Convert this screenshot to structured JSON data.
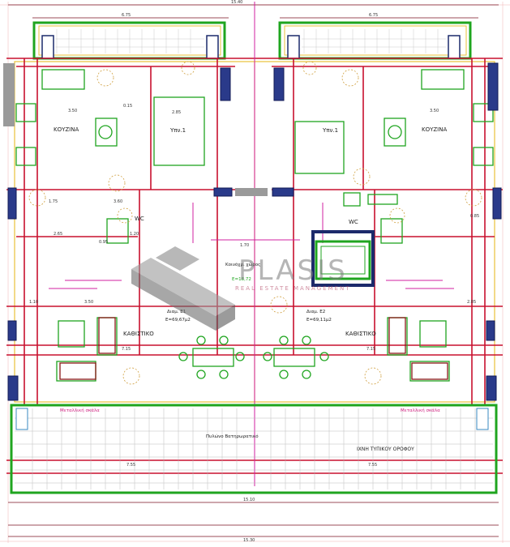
{
  "plan": {
    "overall_width_top": "15.40",
    "overall_width_bottom": "15.30",
    "unit_width_left": "6.75",
    "unit_width_right": "6.75",
    "kitchen_left": "ΚΟΥΖΙΝΑ",
    "kitchen_right": "ΚΟΥΖΙΝΑ",
    "bedroom_left": "Υπν.1",
    "bedroom_right": "Υπν.1",
    "living_left": "ΚΑΘΙΣΤΙΚΟ",
    "living_right": "ΚΑΘΙΣΤΙΚΟ",
    "wc_left": "WC",
    "wc_right": "WC",
    "common_area": "Κοινόχρ. χώρος",
    "common_area_value": "Ε=18,72",
    "apt_left_name": "Διαμ. Ε1",
    "apt_left_area": "Ε=69,67μ2",
    "apt_right_name": "Διαμ. Ε2",
    "apt_right_area": "Ε=69,11μ2",
    "ladder_left": "Μεταλλική σκάλα",
    "ladder_right": "Μεταλλική σκάλα",
    "roof_text": "Πυλώνο Βατηρωρατικό",
    "trace_text": "ΙΧΝΗ ΤΥΠΙΚΟΥ ΟΡΟΦΟΥ",
    "dims": {
      "d350a": "3.50",
      "d015": "0.15",
      "d285": "2.85",
      "d350b": "3.50",
      "d175": "1.75",
      "d360": "3.60",
      "d265": "2.65",
      "d120": "1.20",
      "d170": "1.70",
      "d095": "0.95",
      "d110": "1.10",
      "d350c": "3.50",
      "d715a": "7.15",
      "d715b": "7.15",
      "d285b": "2.85",
      "d755": "7.55",
      "d775": "7.55",
      "d1510": "15.10",
      "d085": "0.85"
    }
  },
  "watermark": {
    "brand": "PLASIS",
    "tagline": "REAL ESTATE MANAGEMENT"
  },
  "colors": {
    "wall_red": "#c8102e",
    "green": "#1fa51f",
    "yellow": "#e8c23a",
    "navy": "#1c2a6b",
    "magenta": "#d020a0",
    "grey": "#8a8a8a"
  }
}
